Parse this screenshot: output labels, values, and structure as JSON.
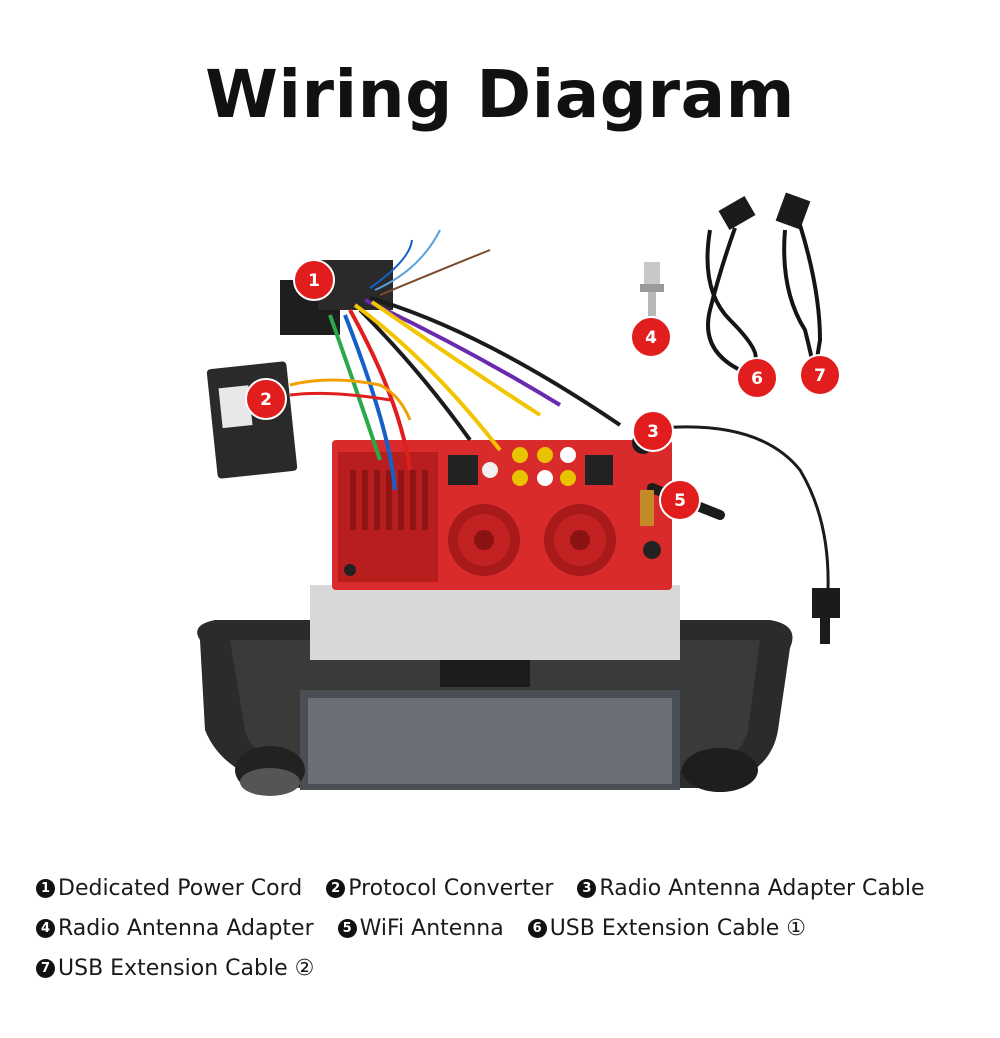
{
  "title": "Wiring Diagram",
  "colors": {
    "badge": "#e21d1d",
    "board": "#d92b2b",
    "text": "#1a1a1a"
  },
  "callouts": [
    {
      "number": "1"
    },
    {
      "number": "2"
    },
    {
      "number": "3"
    },
    {
      "number": "4"
    },
    {
      "number": "5"
    },
    {
      "number": "6"
    },
    {
      "number": "7"
    }
  ],
  "legend": [
    {
      "number": "1",
      "label": "Dedicated Power Cord"
    },
    {
      "number": "2",
      "label": "Protocol Converter"
    },
    {
      "number": "3",
      "label": "Radio Antenna Adapter Cable"
    },
    {
      "number": "4",
      "label": "Radio Antenna Adapter"
    },
    {
      "number": "5",
      "label": "WiFi Antenna"
    },
    {
      "number": "6",
      "label": "USB Extension Cable ①"
    },
    {
      "number": "7",
      "label": "USB Extension Cable ②"
    }
  ]
}
